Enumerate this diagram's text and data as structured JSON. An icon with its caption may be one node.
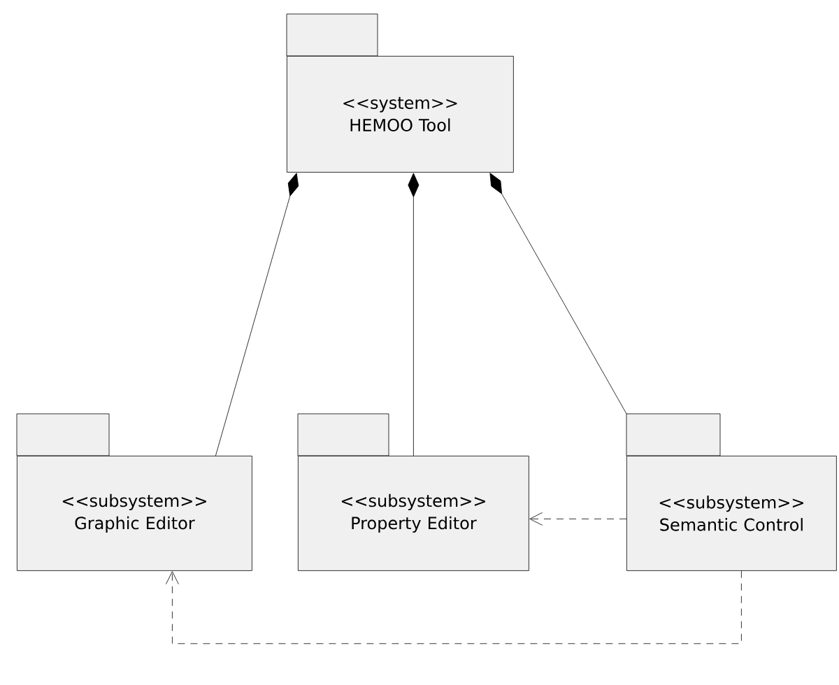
{
  "diagram": {
    "nodes": [
      {
        "text": [
          "<<system>>",
          "HEMOO Tool"
        ]
      },
      {
        "text": [
          "<<subsystem>>",
          "Graphic Editor"
        ]
      },
      {
        "text": [
          "<<subsystem>>",
          "Property Editor"
        ]
      },
      {
        "text": [
          "<<subsystem>>",
          "Semantic Control"
        ]
      }
    ],
    "edges": [
      {
        "from": 0,
        "to": 1,
        "arrow": "other"
      },
      {
        "from": 0,
        "to": 2,
        "arrow": "other"
      },
      {
        "from": 0,
        "to": 3,
        "arrow": "other"
      },
      {
        "from": 3,
        "to": 2,
        "arrow": "to",
        "style": "dashed"
      },
      {
        "from": 3,
        "to": 1,
        "arrow": "to",
        "style": "dashed"
      }
    ]
  }
}
